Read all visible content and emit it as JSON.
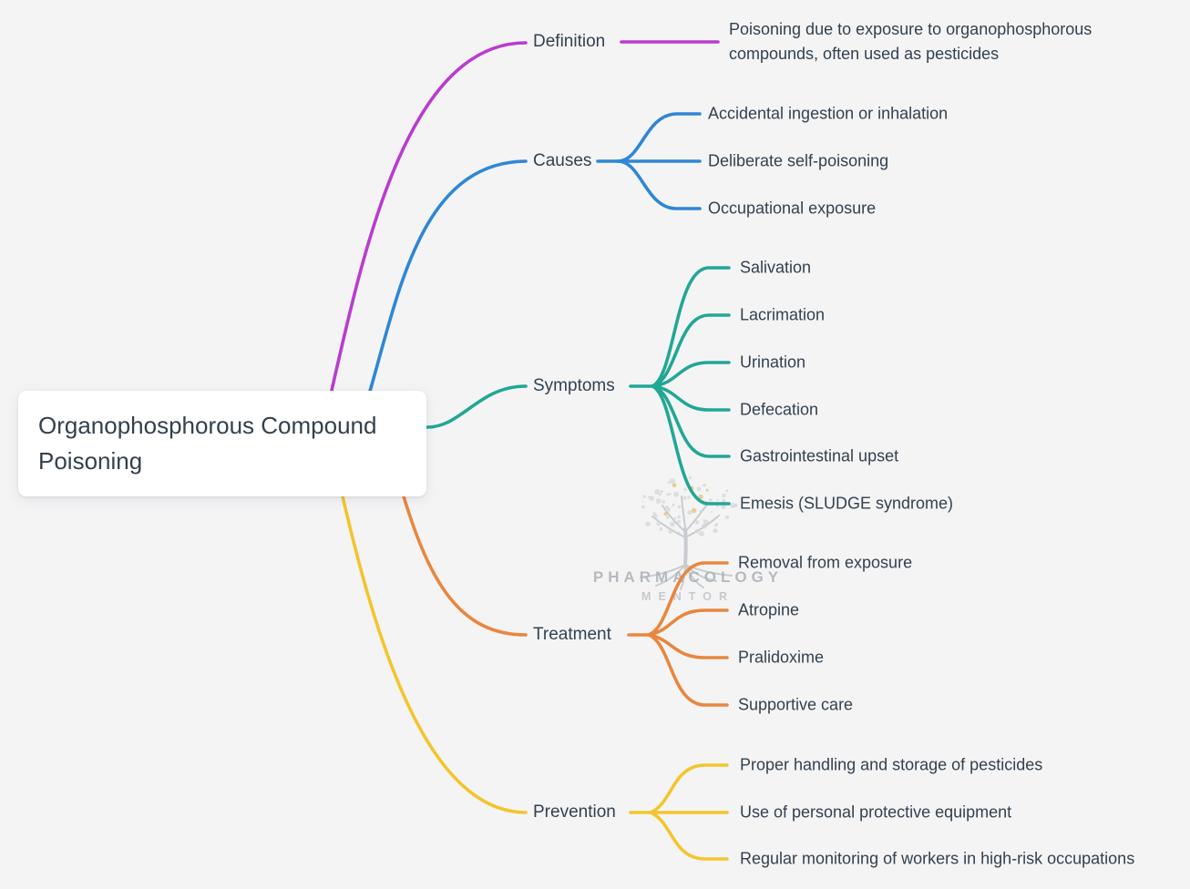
{
  "page": {
    "background": "#f4f4f5",
    "text_color": "#33414e"
  },
  "root": {
    "label": "Organophosphorous Compound Poisoning"
  },
  "branches": [
    {
      "label": "Definition",
      "color": "#b93ccf",
      "children": [
        "Poisoning due to exposure to organophosphorous compounds, often used as pesticides"
      ]
    },
    {
      "label": "Causes",
      "color": "#2f86d6",
      "children": [
        "Accidental ingestion or inhalation",
        "Deliberate self-poisoning",
        "Occupational exposure"
      ]
    },
    {
      "label": "Symptoms",
      "color": "#21a795",
      "children": [
        "Salivation",
        "Lacrimation",
        "Urination",
        "Defecation",
        "Gastrointestinal upset",
        "Emesis (SLUDGE syndrome)"
      ]
    },
    {
      "label": "Treatment",
      "color": "#e8873f",
      "children": [
        "Removal from exposure",
        "Atropine",
        "Pralidoxime",
        "Supportive care"
      ]
    },
    {
      "label": "Prevention",
      "color": "#f3c52d",
      "children": [
        "Proper handling and storage of pesticides",
        "Use of personal protective equipment",
        "Regular monitoring of workers in high-risk occupations"
      ]
    }
  ],
  "watermark": {
    "line1": "PHARMACOLOGY",
    "line2": "MENTOR",
    "leaf_gray": "#d4d7d9",
    "leaf_gold": "#e6c07a",
    "wood_gray": "#bfc3c6"
  }
}
